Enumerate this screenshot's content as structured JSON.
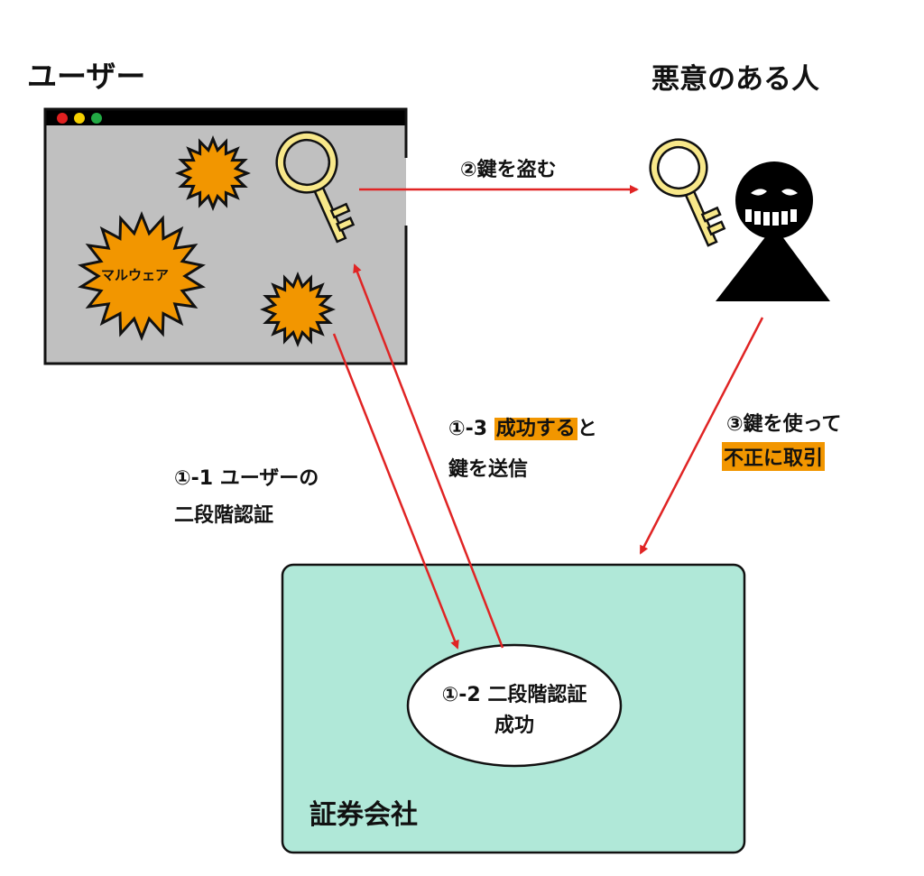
{
  "actors": {
    "user": "ユーザー",
    "attacker": "悪意のある人"
  },
  "malware_label": "マルウェア",
  "steps": {
    "step2": "②鍵を盗む",
    "step3_line1": "③鍵を使って",
    "step3_line2": "不正に取引",
    "step1_1_line1": "①-1 ユーザーの",
    "step1_1_line2": "二段階認証",
    "step1_3_prefix": "①-3 ",
    "step1_3_highlight": "成功する",
    "step1_3_suffix": "と",
    "step1_3_line2": "鍵を送信",
    "step1_2_line1": "①-2 二段階認証",
    "step1_2_line2": "成功"
  },
  "company": "証券会社",
  "colors": {
    "arrow": "#e02424",
    "highlight": "#f29600",
    "company_fill": "#b0e8d8",
    "browser_fill": "#c0c0c0",
    "burst": "#f29600",
    "key": "#f8e88a"
  }
}
